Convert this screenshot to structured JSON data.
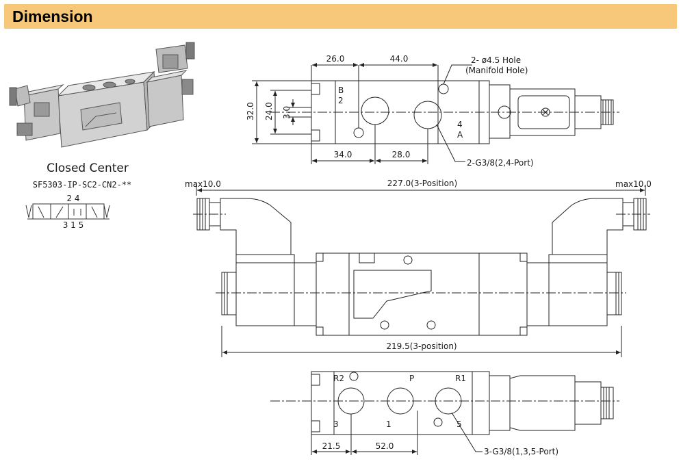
{
  "header": {
    "title": "Dimension",
    "bg_color": "#f7c77a"
  },
  "product": {
    "caption": "Closed Center",
    "model": "SF5303-IP-SC2-CN2-**",
    "symbol_ports_top": "2 4",
    "symbol_ports_bottom": "3 1 5"
  },
  "top_view": {
    "dim_26": "26.0",
    "dim_44": "44.0",
    "hole_note_1": "2- ø4.5 Hole",
    "hole_note_2": "(Manifold Hole)",
    "dim_32": "32.0",
    "dim_24": "24.0",
    "dim_3": "3.0",
    "label_b": "B",
    "label_2": "2",
    "label_4": "4",
    "label_a": "A",
    "dim_34": "34.0",
    "dim_28": "28.0",
    "port_note": "2-G3/8(2,4-Port)"
  },
  "front_view": {
    "max_left": "max10.0",
    "max_right": "max10.0",
    "overall_length": "227.0(3-Position)",
    "body_length": "219.5(3-position)"
  },
  "bottom_view": {
    "label_r2": "R2",
    "label_p": "P",
    "label_r1": "R1",
    "label_3": "3",
    "label_1": "1",
    "label_5": "5",
    "dim_21_5": "21.5",
    "dim_52": "52.0",
    "port_note": "3-G3/8(1,3,5-Port)"
  }
}
